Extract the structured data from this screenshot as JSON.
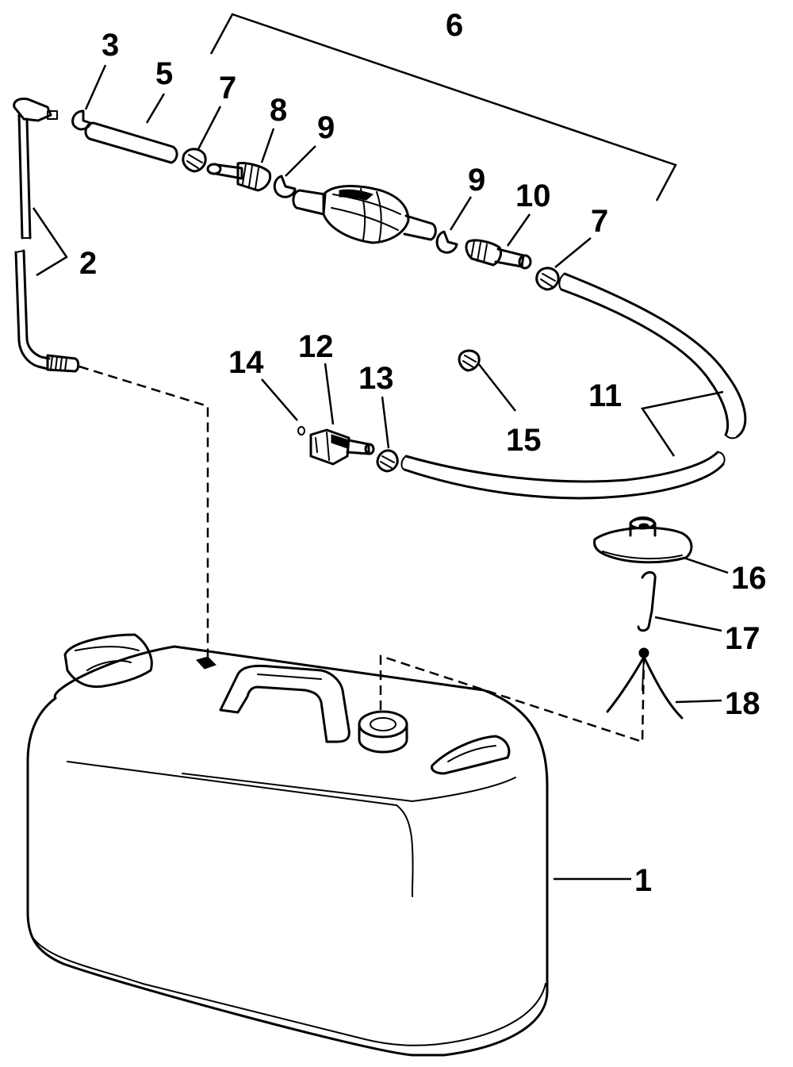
{
  "callouts": {
    "c1": "1",
    "c2": "2",
    "c3": "3",
    "c5": "5",
    "c6": "6",
    "c7a": "7",
    "c7b": "7",
    "c8": "8",
    "c9a": "9",
    "c9b": "9",
    "c10": "10",
    "c11": "11",
    "c12": "12",
    "c13": "13",
    "c14": "14",
    "c15": "15",
    "c16": "16",
    "c17": "17",
    "c18": "18"
  }
}
